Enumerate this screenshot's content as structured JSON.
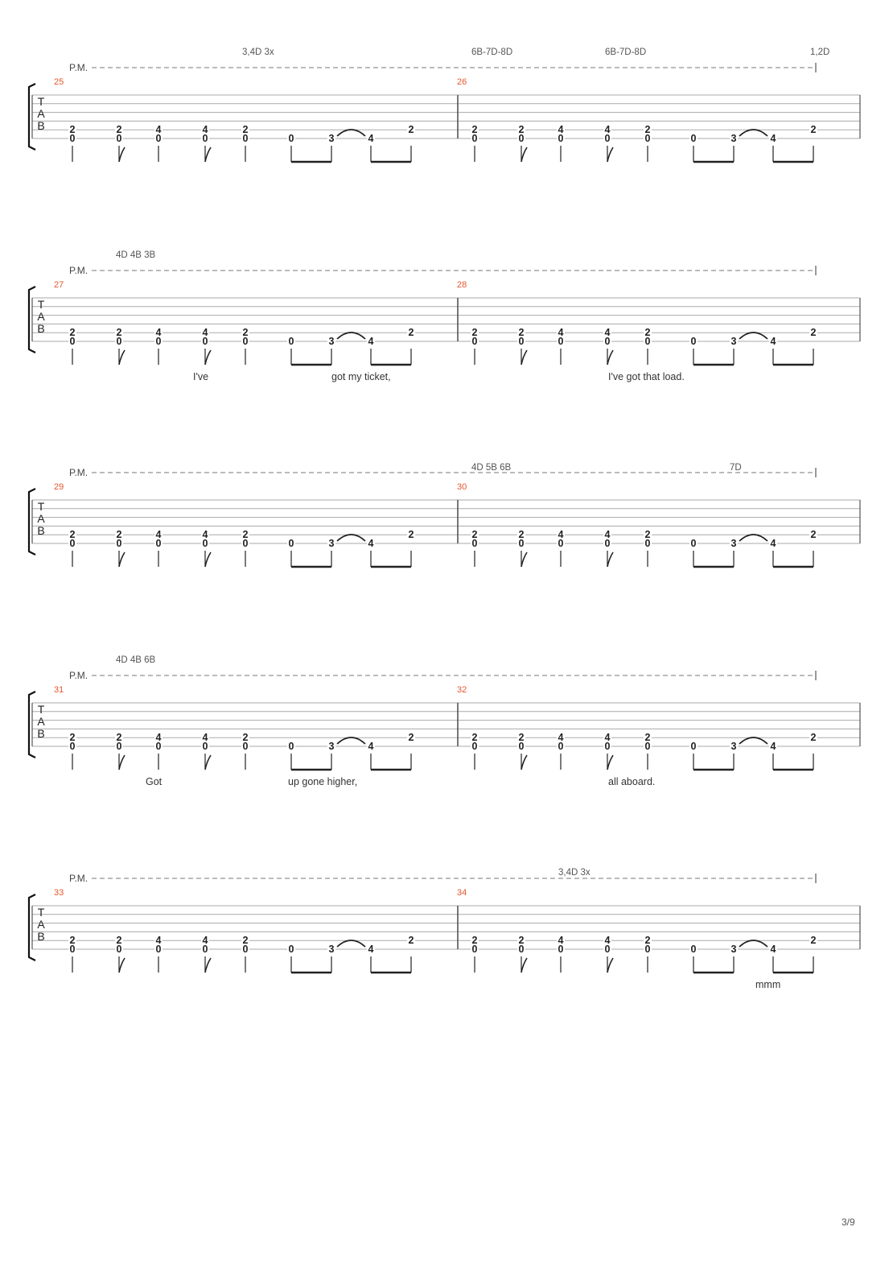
{
  "page": {
    "number": "3/9"
  },
  "tab_letters": [
    "T",
    "A",
    "B"
  ],
  "palm_mute_label": "P.M.",
  "riff": {
    "top_frets": [
      "2",
      "2",
      "4",
      "4",
      "2",
      "2"
    ],
    "bottom_frets": [
      "0",
      "0",
      "0",
      "0",
      "0",
      "0",
      "3",
      "4"
    ]
  },
  "systems": [
    {
      "bars": [
        "25",
        "26"
      ],
      "annotations": [
        {
          "text": "3,4D 3x"
        },
        {
          "text": "6B-7D-8D"
        },
        {
          "text": "6B-7D-8D"
        },
        {
          "text": "1,2D"
        }
      ],
      "lyrics": []
    },
    {
      "bars": [
        "27",
        "28"
      ],
      "annotations": [
        {
          "text": "4D 4B 3B"
        }
      ],
      "lyrics": [
        {
          "text": "I've"
        },
        {
          "text": "got  my ticket,"
        },
        {
          "text": "I've got  that load."
        }
      ]
    },
    {
      "bars": [
        "29",
        "30"
      ],
      "annotations": [
        {
          "text": "4D 5B 6B"
        },
        {
          "text": "7D"
        }
      ],
      "lyrics": []
    },
    {
      "bars": [
        "31",
        "32"
      ],
      "annotations": [
        {
          "text": "4D 4B  6B"
        }
      ],
      "lyrics": [
        {
          "text": "Got"
        },
        {
          "text": "up   gone higher,"
        },
        {
          "text": "all    aboard."
        }
      ]
    },
    {
      "bars": [
        "33",
        "34"
      ],
      "annotations": [
        {
          "text": "3,4D 3x"
        }
      ],
      "lyrics": [
        {
          "text": "mmm"
        }
      ]
    }
  ]
}
